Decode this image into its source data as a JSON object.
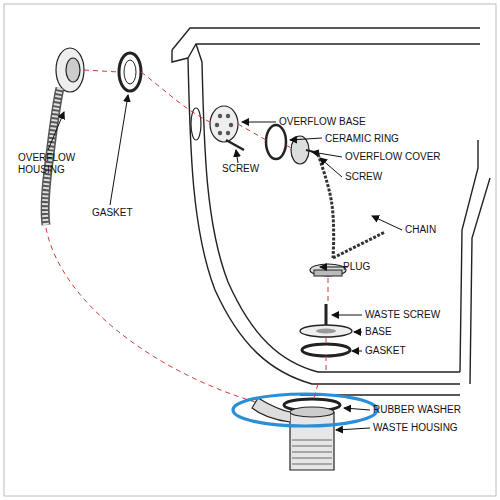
{
  "diagram": {
    "labels": [
      "OVERFLOW HOUSING",
      "GASKET",
      "OVERFLOW BASE",
      "CERAMIC RING",
      "SCREW",
      "OVERFLOW COVER",
      "SCREW",
      "CHAIN",
      "PLUG",
      "WASTE SCREW",
      "BASE",
      "GASKET",
      "RUBBER WASHER",
      "WASTE HOUSING"
    ]
  }
}
